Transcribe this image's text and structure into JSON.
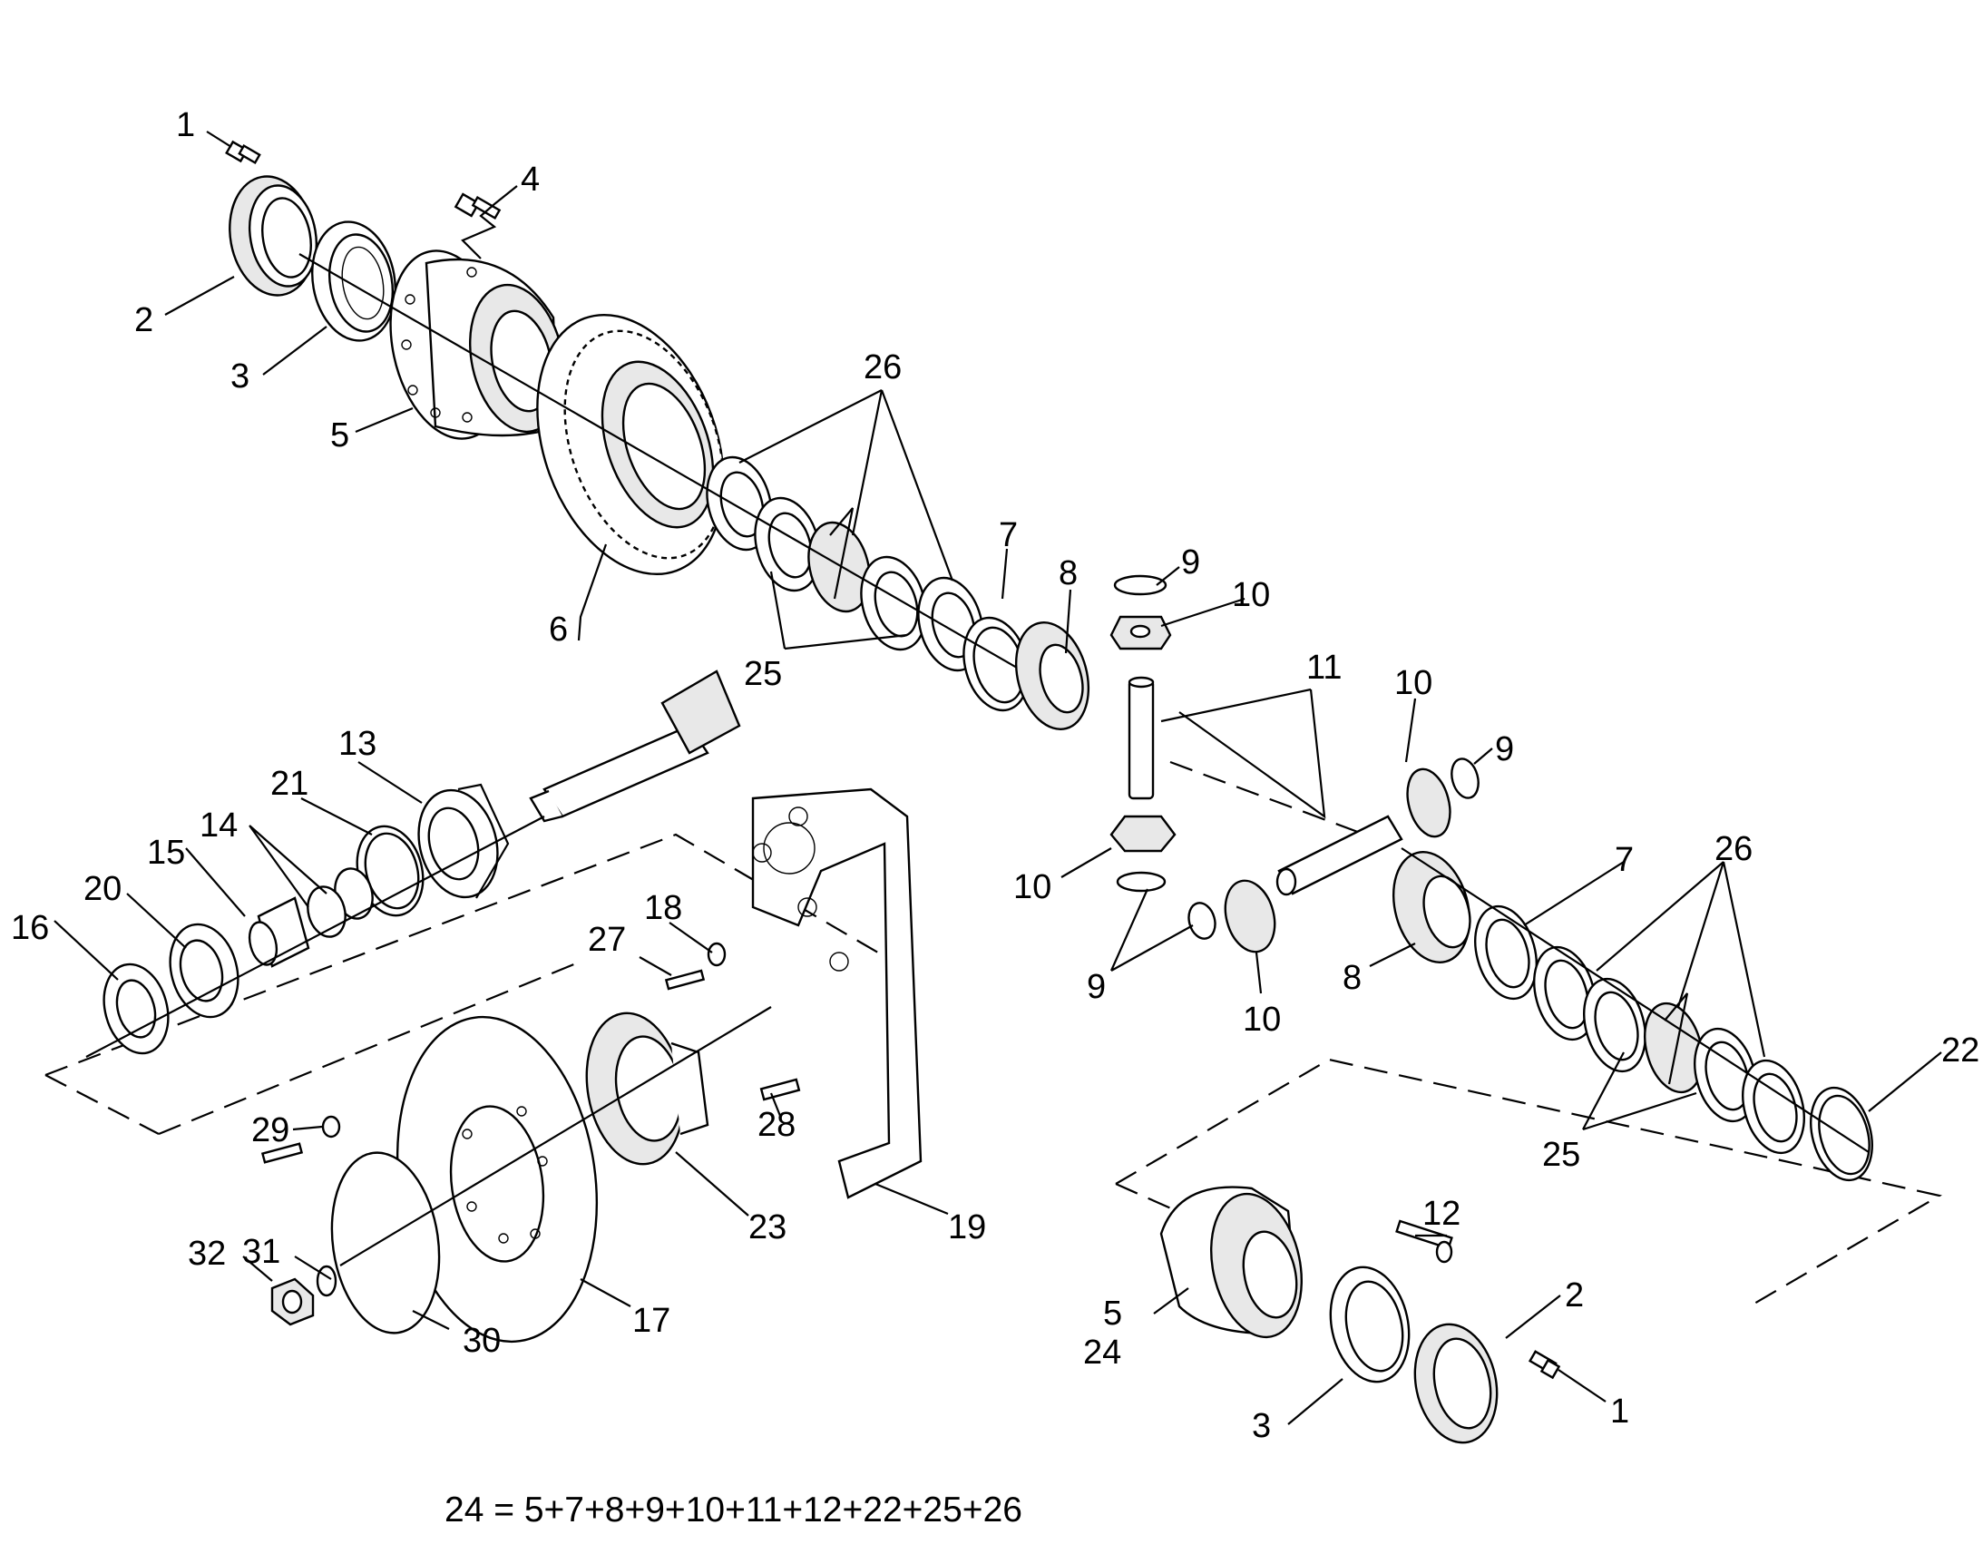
{
  "callouts": {
    "p1a": "1",
    "p1b": "1",
    "p2a": "2",
    "p2b": "2",
    "p3a": "3",
    "p3b": "3",
    "p4": "4",
    "p5a": "5",
    "p5b": "5",
    "p6": "6",
    "p7a": "7",
    "p7b": "7",
    "p8a": "8",
    "p8b": "8",
    "p9a": "9",
    "p9b": "9",
    "p9c": "9",
    "p10a": "10",
    "p10b": "10",
    "p10c": "10",
    "p10d": "10",
    "p11": "11",
    "p12": "12",
    "p13": "13",
    "p14": "14",
    "p15": "15",
    "p16": "16",
    "p17": "17",
    "p18": "18",
    "p19": "19",
    "p20": "20",
    "p21": "21",
    "p22": "22",
    "p23": "23",
    "p24": "24",
    "p25a": "25",
    "p25b": "25",
    "p26a": "26",
    "p26b": "26",
    "p27": "27",
    "p28": "28",
    "p29": "29",
    "p30": "30",
    "p31": "31",
    "p32": "32"
  },
  "formula": "24 = 5+7+8+9+10+11+12+22+25+26"
}
